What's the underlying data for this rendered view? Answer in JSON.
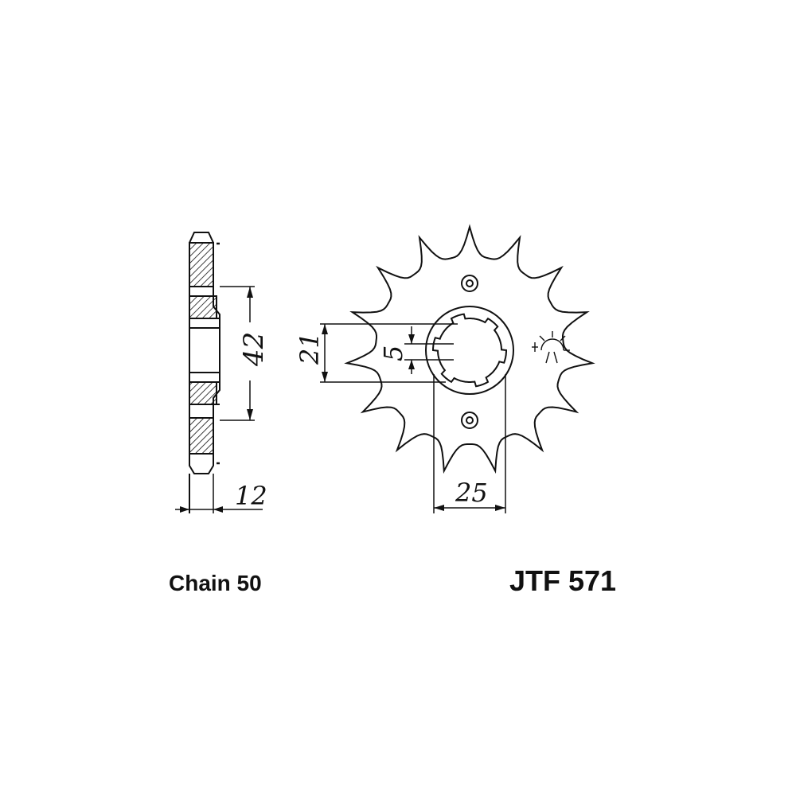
{
  "dimensions": {
    "hub_diameter": "42",
    "width": "12",
    "spline_height": "21",
    "spline_width": "5",
    "bore_diameter": "25"
  },
  "captions": {
    "chain": "Chain 50",
    "part_number": "JTF 571"
  },
  "sprocket": {
    "teeth": 15
  },
  "colors": {
    "ink": "#111111",
    "background": "#ffffff"
  }
}
